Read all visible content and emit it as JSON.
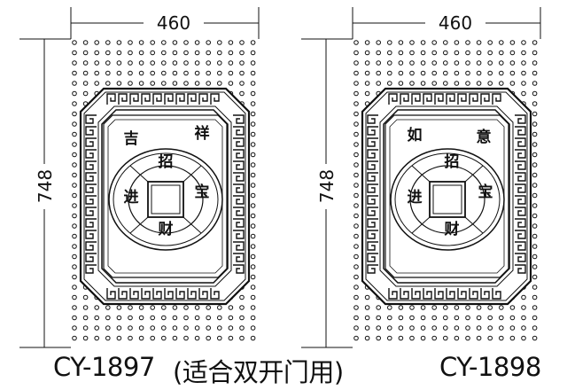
{
  "panels": [
    {
      "width_label": "460",
      "height_label": "748",
      "corner_chars": [
        "吉",
        "祥"
      ],
      "coin_chars": {
        "top": "招",
        "left": "进",
        "right": "宝",
        "bottom": "财"
      }
    },
    {
      "width_label": "460",
      "height_label": "748",
      "corner_chars": [
        "如",
        "意"
      ],
      "coin_chars": {
        "top": "招",
        "left": "进",
        "right": "宝",
        "bottom": "财"
      }
    }
  ],
  "caption": {
    "left_code": "CY-1897",
    "note": "(适合双开门用)",
    "right_code": "CY-1898"
  },
  "colors": {
    "line": "#111111",
    "background": "#ffffff"
  },
  "icons": [
    "fret-border-icon",
    "coin-medallion-icon",
    "dot-grid-pattern"
  ]
}
